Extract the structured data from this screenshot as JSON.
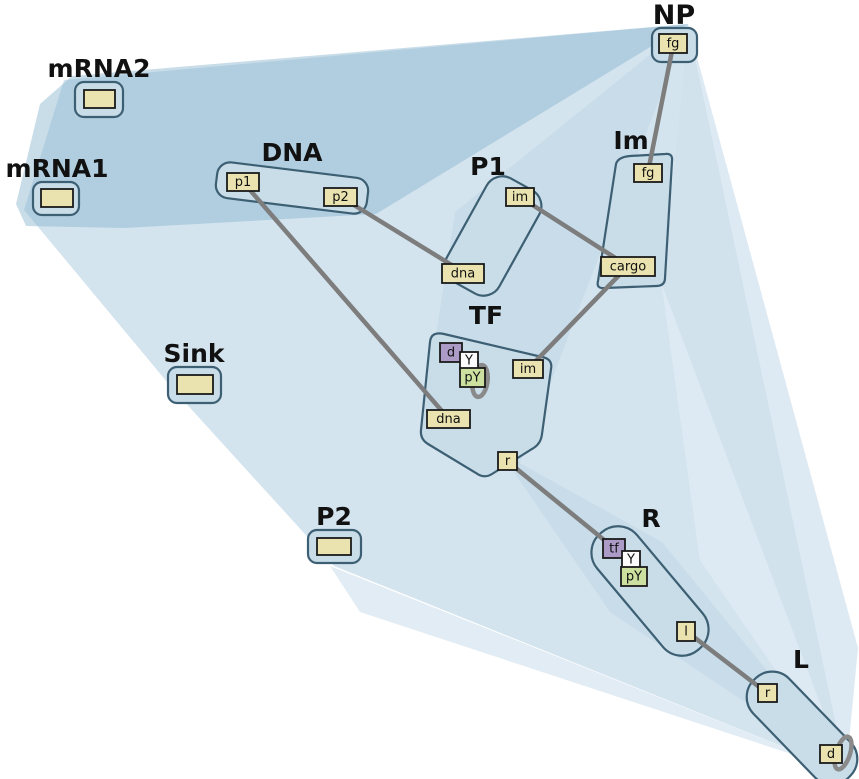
{
  "palette": {
    "canvas_bg": "#ffffff",
    "hull_blue": "#9fc3d9",
    "band_blue": "#87b3cf",
    "light_blue": "#c3d9ea",
    "container_fill": "#c9dde9",
    "container_border": "#3d5f73",
    "site_tan": "#eae3af",
    "site_purple": "#ab9bc6",
    "site_green": "#cce0a0",
    "site_white": "#fcfcfc",
    "site_border": "#1a1a1a",
    "edge_gray": "#7d7d7d",
    "ring_gray": "#8a8a8a",
    "label_color": "#111111"
  },
  "nodes": {
    "mrna2": {
      "label": "mRNA2"
    },
    "mrna1": {
      "label": "mRNA1"
    },
    "dna": {
      "label": "DNA",
      "sites": {
        "p1": "p1",
        "p2": "p2"
      }
    },
    "np": {
      "label": "NP",
      "sites": {
        "fg": "fg"
      }
    },
    "p1": {
      "label": "P1",
      "sites": {
        "im": "im",
        "dna": "dna"
      }
    },
    "im": {
      "label": "Im",
      "sites": {
        "fg": "fg",
        "cargo": "cargo"
      }
    },
    "tf": {
      "label": "TF",
      "sites": {
        "d": "d",
        "y": "Y",
        "py": "pY",
        "im": "im",
        "dna": "dna",
        "r": "r"
      }
    },
    "sink": {
      "label": "Sink"
    },
    "p2": {
      "label": "P2"
    },
    "r": {
      "label": "R",
      "sites": {
        "tf": "tf",
        "y": "Y",
        "py": "pY",
        "l": "l"
      }
    },
    "l": {
      "label": "L",
      "sites": {
        "r": "r",
        "d": "d"
      }
    }
  }
}
